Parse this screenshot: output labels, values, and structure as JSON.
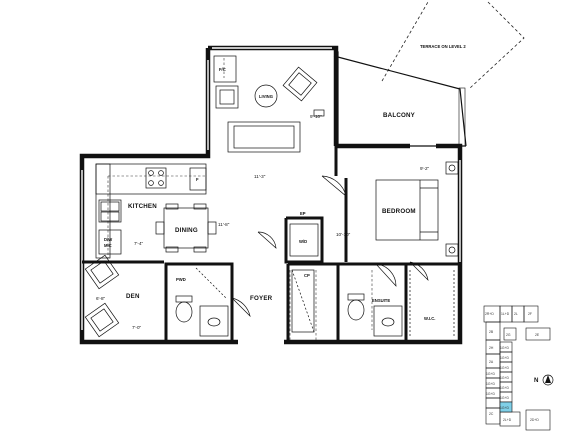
{
  "rooms": {
    "terrace": "TERRACE ON LEVEL 2",
    "balcony": "BALCONY",
    "living": "LIVING",
    "kitchen": "KITCHEN",
    "dining": "DINING",
    "bedroom": "BEDROOM",
    "den": "DEN",
    "foyer": "FOYER",
    "pwd": "PWD",
    "ensuite": "ENSUITE",
    "wic": "W.I.C.",
    "wd": "W/D"
  },
  "fixtures": {
    "fc": "F/C",
    "fridge": "F",
    "dw": "D/W",
    "mic": "MIC",
    "ep": "EP",
    "cp": "CP"
  },
  "dimensions": {
    "living": "9'-10\"",
    "kitchen_living": "11'-3\"",
    "dining": "11'-8\"",
    "kitchen": "7'-4\"",
    "bedroom": "9'-2\"",
    "bedroom_depth": "10'-10\"",
    "den_width": "6'-8\"",
    "den_depth": "7'-0\""
  },
  "keyplan": {
    "north": "N",
    "units": [
      "2R+D",
      "1L+D",
      "2L",
      "2F",
      "2B",
      "2G",
      "2E",
      "2H",
      "2A",
      "1G+D",
      "1G+D",
      "1G+D",
      "1G+D",
      "1G+D",
      "1G+D",
      "1G+D",
      "1G+D",
      "1G+D",
      "1G+D",
      "2C",
      "2D+D",
      "2L+D"
    ],
    "highlighted": "1G+D"
  },
  "colors": {
    "wall": "#111111",
    "highlight": "#7fd0e8"
  }
}
